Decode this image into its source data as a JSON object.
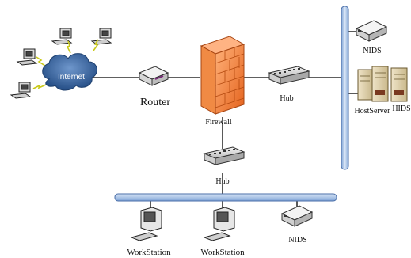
{
  "diagram": {
    "labels": {
      "internet": "Internet",
      "router": "Router",
      "firewall": "Firewall",
      "hub_top": "Hub",
      "hub_mid": "Hub",
      "nids_top": "NIDS",
      "hostserver": "HostServer",
      "hids": "HIDS",
      "workstation_1": "WorkStation",
      "workstation_2": "WorkStation",
      "nids_bottom": "NIDS"
    },
    "colors": {
      "cloud": "#2e5f9e",
      "firewall": "#f07a2a",
      "bus": "#a9c4e6",
      "line": "#000000",
      "lightning": "#e2e21a"
    }
  }
}
